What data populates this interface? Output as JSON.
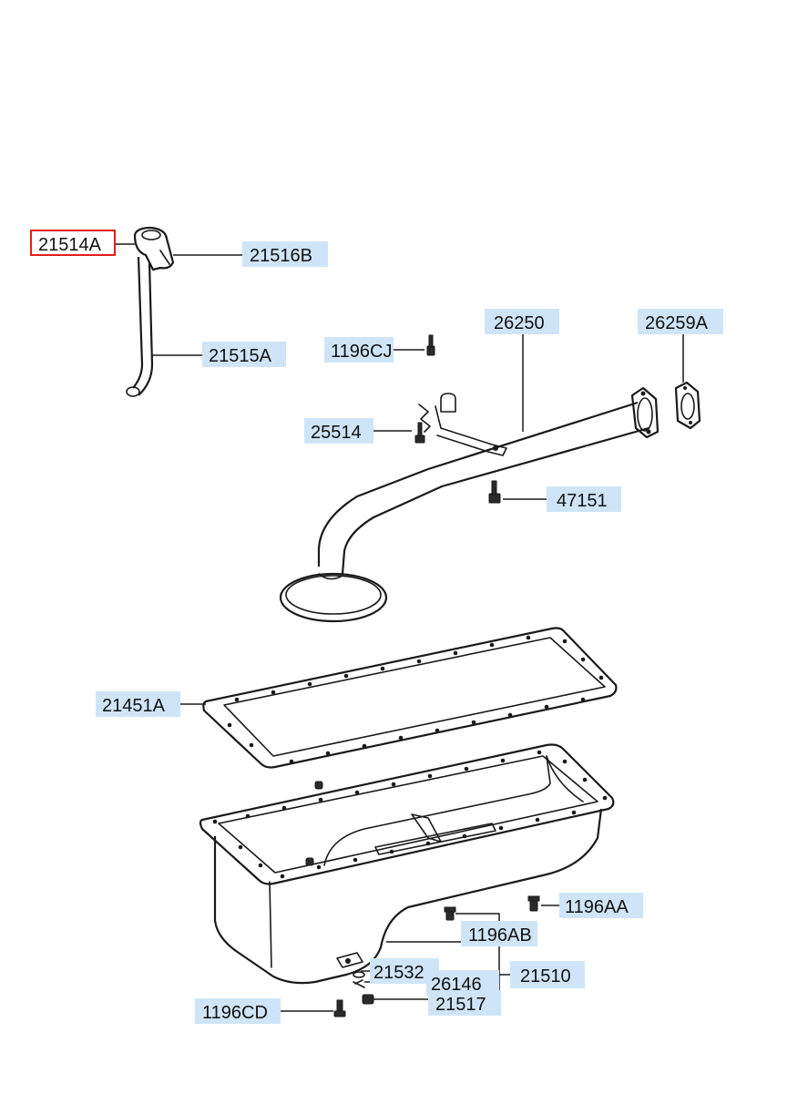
{
  "diagram": {
    "highlight_color": "#e0201c",
    "label_bg_color": "#cfe5f7",
    "highlighted_part": "21514A",
    "labels": {
      "p21514A": "21514A",
      "p21516B": "21516B",
      "p21515A": "21515A",
      "p1196CJ": "1196CJ",
      "p26250": "26250",
      "p26259A": "26259A",
      "p25514": "25514",
      "p47151": "47151",
      "p21451A": "21451A",
      "p1196AA": "1196AA",
      "p1196AB": "1196AB",
      "p21532": "21532",
      "p26146": "26146",
      "p21510": "21510",
      "p21517": "21517",
      "p1196CD": "1196CD"
    }
  }
}
